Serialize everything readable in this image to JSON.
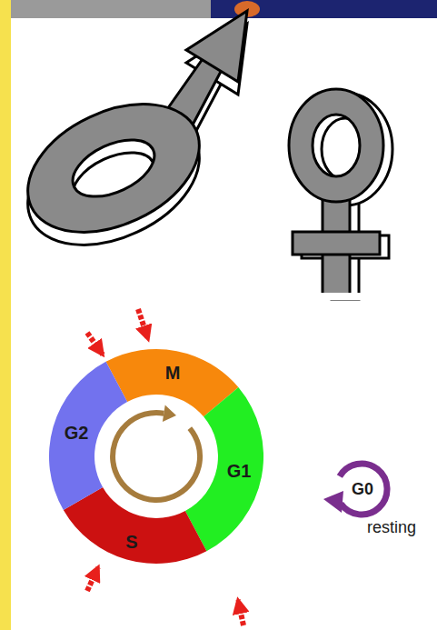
{
  "diagram": {
    "labels": [
      "M",
      "G2",
      "G1",
      "S",
      "G0",
      "resting"
    ]
  }
}
